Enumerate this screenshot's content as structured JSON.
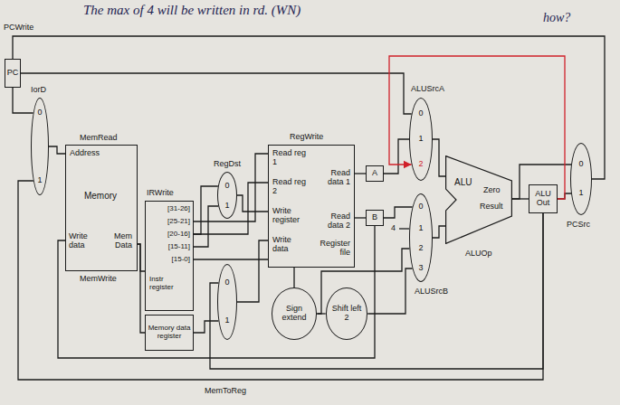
{
  "diagram": {
    "nodes": [
      {
        "text": [
          "PC"
        ]
      },
      {
        "text": [
          "0",
          "1"
        ]
      },
      {
        "text": [
          "Address",
          "Memory",
          "Write data",
          "Mem Data"
        ]
      },
      {
        "text": [
          "[31-26]",
          "[25-21]",
          "[20-16]",
          "[15-11]",
          "[15-0]",
          "Instr register"
        ]
      },
      {
        "text": [
          "Memory data register"
        ]
      },
      {
        "text": [
          "0",
          "1"
        ]
      },
      {
        "text": [
          "0",
          "1"
        ]
      },
      {
        "text": [
          "Read reg 1",
          "Read reg 2",
          "Write register",
          "Write data",
          "Read data 1",
          "Read data 2",
          "Register file"
        ]
      },
      {
        "text": [
          "A"
        ]
      },
      {
        "text": [
          "B"
        ]
      },
      {
        "text": [
          "0",
          "1",
          "2"
        ]
      },
      {
        "text": [
          "0",
          "1",
          "2",
          "3"
        ]
      },
      {
        "text": [
          "ALU",
          "Zero",
          "Result"
        ]
      },
      {
        "text": [
          "ALU Out"
        ]
      },
      {
        "text": [
          "0",
          "1"
        ]
      },
      {
        "text": [
          "Sign extend"
        ]
      },
      {
        "text": [
          "Shift left 2"
        ]
      }
    ],
    "edges": [
      {
        "from": 0,
        "to": 1,
        "arrow": "none"
      },
      {
        "from": 0,
        "to": 10,
        "arrow": "none"
      },
      {
        "from": 1,
        "to": 2,
        "arrow": "none"
      },
      {
        "from": 2,
        "to": 3,
        "arrow": "none"
      },
      {
        "from": 2,
        "to": 4,
        "arrow": "none"
      },
      {
        "from": 3,
        "to": 7,
        "arrow": "none"
      },
      {
        "from": 3,
        "to": 7,
        "arrow": "none"
      },
      {
        "from": 3,
        "to": 5,
        "arrow": "none"
      },
      {
        "from": 3,
        "to": 5,
        "arrow": "none"
      },
      {
        "from": 3,
        "to": 15,
        "arrow": "none"
      },
      {
        "from": 4,
        "to": 6,
        "arrow": "none"
      },
      {
        "from": 5,
        "to": 7,
        "arrow": "none"
      },
      {
        "from": 6,
        "to": 7,
        "arrow": "none"
      },
      {
        "from": 7,
        "to": 8,
        "arrow": "none"
      },
      {
        "from": 7,
        "to": 9,
        "arrow": "none"
      },
      {
        "from": 8,
        "to": 10,
        "arrow": "none"
      },
      {
        "from": 9,
        "to": 11,
        "arrow": "none"
      },
      {
        "from": 9,
        "to": 2,
        "arrow": "none"
      },
      {
        "from": 15,
        "to": 16,
        "arrow": "none"
      },
      {
        "from": 15,
        "to": 11,
        "arrow": "none"
      },
      {
        "from": 16,
        "to": 11,
        "arrow": "none"
      },
      {
        "from": 10,
        "to": 12,
        "arrow": "none"
      },
      {
        "from": 11,
        "to": 12,
        "arrow": "none"
      },
      {
        "from": 12,
        "to": 13,
        "arrow": "none"
      },
      {
        "from": 12,
        "to": 14,
        "arrow": "none"
      },
      {
        "from": 13,
        "to": 14,
        "arrow": "none"
      },
      {
        "from": 13,
        "to": 10,
        "arrow": "to"
      },
      {
        "from": 13,
        "to": 6,
        "arrow": "none"
      },
      {
        "from": 13,
        "to": 1,
        "arrow": "none"
      },
      {
        "from": 14,
        "to": 0,
        "arrow": "none"
      }
    ],
    "labels": [
      "PCWrite",
      "The max of 4 will be written in rd. (WN)",
      "how?",
      "IorD",
      "MemRead",
      "MemWrite",
      "IRWrite",
      "RegDst",
      "RegWrite",
      "MemToReg",
      "ALUSrcA",
      "ALUSrcB",
      "4",
      "ALUOp",
      "PCSrc"
    ]
  }
}
